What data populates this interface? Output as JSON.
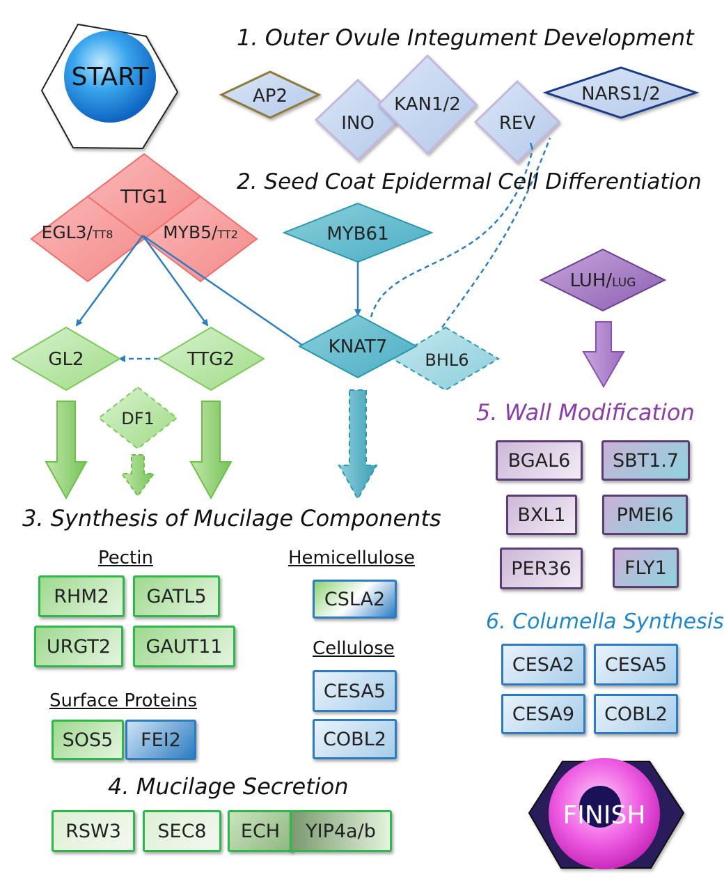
{
  "start_label": "START",
  "finish_label": "FINISH",
  "sections": {
    "s1": "1. Outer Ovule Integument Development",
    "s2": "2. Seed Coat Epidermal Cell Differentiation",
    "s3": "3. Synthesis of Mucilage Components",
    "s4": "4. Mucilage Secretion",
    "s5": "5. Wall Modification",
    "s6": "6. Columella Synthesis"
  },
  "subsections": {
    "pectin": "Pectin",
    "hemicellulose": "Hemicellulose",
    "cellulose": "Cellulose",
    "surface": "Surface Proteins"
  },
  "genes": {
    "ap2": "AP2",
    "ino": "INO",
    "kan": "KAN1/2",
    "rev": "REV",
    "nars": "NARS1/2",
    "ttg1": "TTG1",
    "egl3": "EGL3/",
    "tt8": "TT8",
    "myb5": "MYB5/",
    "tt2": "TT2",
    "myb61": "MYB61",
    "knat7": "KNAT7",
    "bhl6": "BHL6",
    "luh": "LUH/",
    "lug": "LUG",
    "gl2": "GL2",
    "ttg2": "TTG2",
    "df1": "DF1",
    "rhm2": "RHM2",
    "gatl5": "GATL5",
    "urgt2": "URGT2",
    "gaut11": "GAUT11",
    "csla2": "CSLA2",
    "cesa5_c": "CESA5",
    "cobl2_c": "COBL2",
    "sos5": "SOS5",
    "fei2": "FEI2",
    "rsw3": "RSW3",
    "sec8": "SEC8",
    "ech": "ECH",
    "yip4": "YIP4a/b",
    "bgal6": "BGAL6",
    "sbt17": "SBT1.7",
    "bxl1": "BXL1",
    "pmei6": "PMEI6",
    "per36": "PER36",
    "fly1": "FLY1",
    "cesa2": "CESA2",
    "cesa5_col": "CESA5",
    "cesa9": "CESA9",
    "cobl2_col": "COBL2"
  },
  "colors": {
    "heading_purple": "#8a3ca8",
    "heading_blue": "#1f86c8",
    "regulator_red": "#f48a8a",
    "regulator_teal": "#2b97ad",
    "green": "#2fb84a",
    "blue": "#2b7cc2",
    "purple": "#5c3d74",
    "finish_pink": "#e63fd8"
  }
}
